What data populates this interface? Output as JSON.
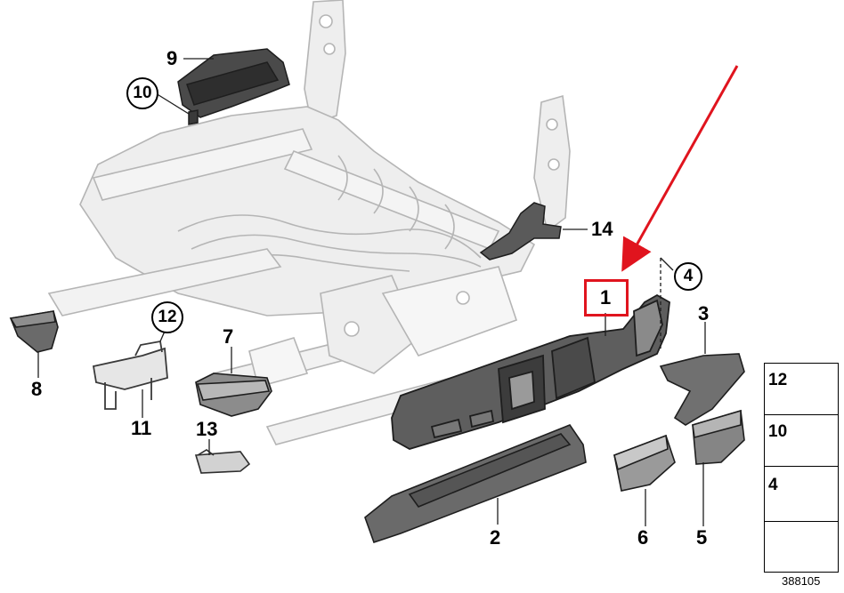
{
  "diagram": {
    "labels": {
      "p1": "1",
      "p2": "2",
      "p3": "3",
      "p4": "4",
      "p5": "5",
      "p6": "6",
      "p7": "7",
      "p8": "8",
      "p9": "9",
      "p10": "10",
      "p11": "11",
      "p12": "12",
      "p13": "13",
      "p14": "14"
    },
    "legend": {
      "r1": "12",
      "r2": "10",
      "r3": "4"
    },
    "reference_number": "388105",
    "highlight_color": "#e0141e",
    "part_color": "#6e6e6e",
    "frame_color": "#c8c8c8"
  }
}
